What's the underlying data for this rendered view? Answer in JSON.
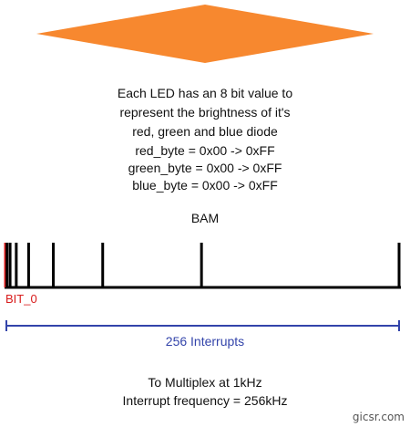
{
  "description": {
    "line1": "Each LED has an 8 bit value to",
    "line2": "represent the brightness of it's",
    "line3": "red, green and blue diode"
  },
  "bytes": {
    "red": "red_byte = 0x00 -> 0xFF",
    "green": "green_byte = 0x00 -> 0xFF",
    "blue": "blue_byte = 0x00 -> 0xFF"
  },
  "bam": {
    "title": "BAM",
    "bit_label": "BIT_0",
    "interrupts_label": "256 Interrupts",
    "bit_positions": [
      0,
      1,
      3,
      7,
      15,
      31,
      63,
      127,
      255
    ],
    "total_interrupts": 256
  },
  "footer": {
    "line1": "To Multiplex at 1kHz",
    "line2": "Interrupt frequency = 256kHz"
  },
  "watermark": "gicsr.com",
  "colors": {
    "diamond": "#f7882f",
    "bit0": "#d81b1b",
    "interrupts": "#3344aa",
    "lines": "#000000"
  }
}
